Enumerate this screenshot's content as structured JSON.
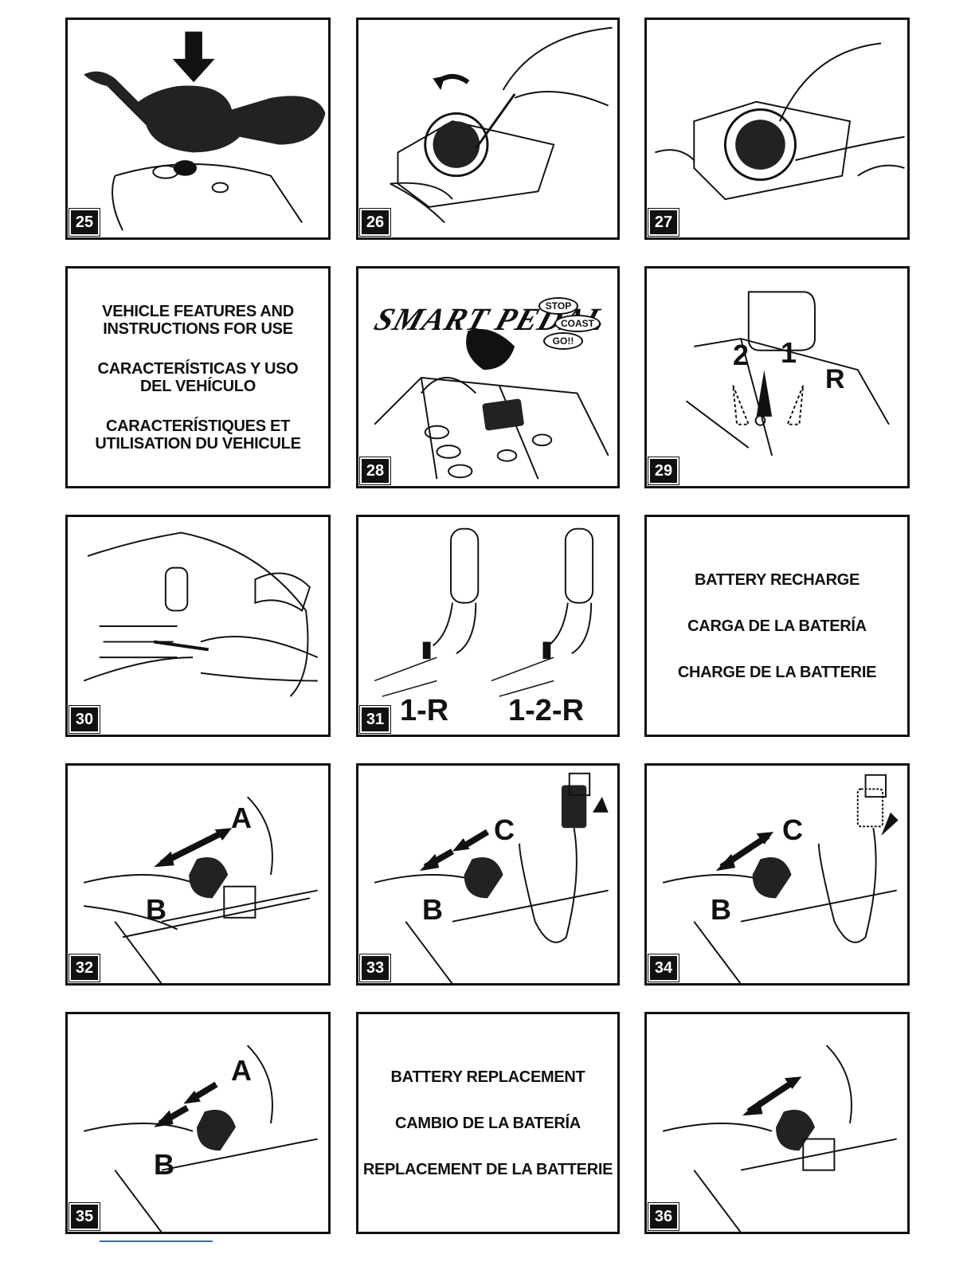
{
  "page": {
    "panels": [
      {
        "num": "25"
      },
      {
        "num": "26"
      },
      {
        "num": "27"
      },
      {
        "num": "28"
      },
      {
        "num": "29"
      },
      {
        "num": "30"
      },
      {
        "num": "31"
      },
      {
        "num": "32"
      },
      {
        "num": "33"
      },
      {
        "num": "34"
      },
      {
        "num": "35"
      },
      {
        "num": "36"
      }
    ],
    "features_text": {
      "en": "VEHICLE FEATURES AND\nINSTRUCTIONS FOR USE",
      "es": "CARACTERÍSTICAS Y USO\nDEL VEHÍCULO",
      "fr": "CARACTERÍSTIQUES ET\nUTILISATION DU VEHICULE"
    },
    "recharge_text": {
      "en": "BATTERY RECHARGE",
      "es": "CARGA DE LA BATERÍA",
      "fr": "CHARGE DE LA BATTERIE"
    },
    "replacement_text": {
      "en": "BATTERY REPLACEMENT",
      "es": "CAMBIO DE LA BATERÍA",
      "fr": "REPLACEMENT DE LA BATTERIE"
    },
    "smartpedal": {
      "logo": "SMART PEDAL",
      "stop": "STOP",
      "coast": "COAST",
      "go": "GO!!"
    },
    "gear_labels": {
      "two": "2",
      "one": "1",
      "reverse": "R"
    },
    "shift_labels": {
      "left": "1-R",
      "right": "1-2-R"
    },
    "callouts": {
      "a": "A",
      "b": "B",
      "c": "C"
    }
  }
}
